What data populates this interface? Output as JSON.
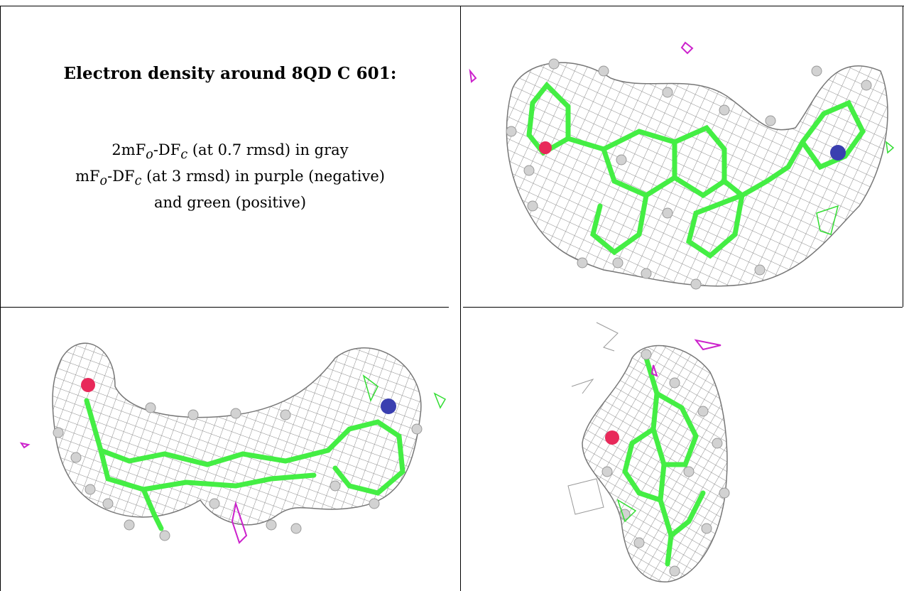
{
  "caption": {
    "title": "Electron density around 8QD C 601:",
    "line1_pre": "2mF",
    "line1_sub1": "o",
    "line1_mid": "-DF",
    "line1_sub2": "c",
    "line1_post": " (at 0.7 rmsd) in gray",
    "line2_pre": "mF",
    "line2_sub1": "o",
    "line2_mid": "-DF",
    "line2_sub2": "c",
    "line2_post": " (at 3 rmsd) in purple (negative)",
    "line3": "and green (positive)"
  },
  "colors": {
    "mesh_2fofc": "#8a8a8a",
    "negative_density": "#cc22cc",
    "positive_density": "#33dd33",
    "carbon": "#44ee44",
    "oxygen": "#e8295a",
    "nitrogen": "#3a3fb0",
    "hydrogen": "#cfcfcf"
  },
  "views": [
    {
      "name": "top-right-view"
    },
    {
      "name": "bottom-left-view"
    },
    {
      "name": "bottom-right-view"
    }
  ]
}
